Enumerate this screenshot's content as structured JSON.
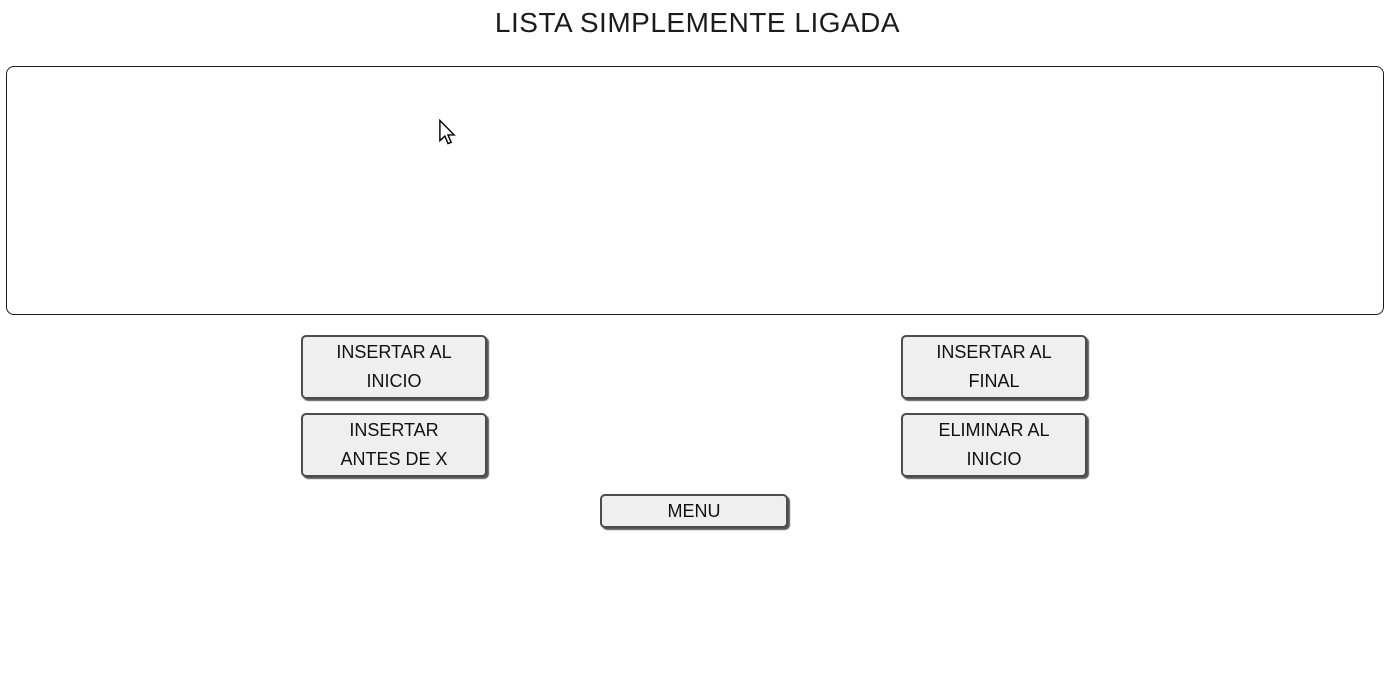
{
  "page": {
    "title": "LISTA SIMPLEMENTE LIGADA"
  },
  "buttons": [
    {
      "name": "insertar-al-inicio",
      "label": "INSERTAR AL\nINICIO"
    },
    {
      "name": "insertar-al-final",
      "label": "INSERTAR AL\nFINAL"
    },
    {
      "name": "insertar-antes-de-x",
      "label": "INSERTAR\nANTES DE X"
    },
    {
      "name": "eliminar-al-inicio",
      "label": "ELIMINAR AL\nINICIO"
    },
    {
      "name": "menu",
      "label": "MENU"
    }
  ],
  "icons": {
    "cursor": "mouse-cursor-icon"
  },
  "colors": {
    "page_bg": "#ffffff",
    "title_text": "#1c1c1c",
    "button_bg": "#efefef",
    "button_border": "#4c4c4c",
    "button_shadow": "#000000",
    "button_text": "#111111",
    "canvas_border": "#1b1b1b"
  }
}
